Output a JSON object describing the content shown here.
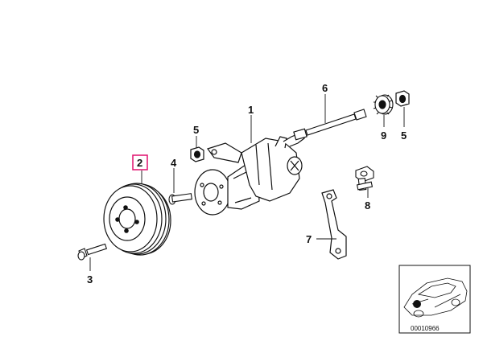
{
  "diagram": {
    "callouts": [
      {
        "id": "1",
        "label": "1"
      },
      {
        "id": "2",
        "label": "2",
        "highlighted": true
      },
      {
        "id": "3",
        "label": "3"
      },
      {
        "id": "4",
        "label": "4"
      },
      {
        "id": "5a",
        "label": "5"
      },
      {
        "id": "5b",
        "label": "5"
      },
      {
        "id": "6",
        "label": "6"
      },
      {
        "id": "7",
        "label": "7"
      },
      {
        "id": "8",
        "label": "8"
      },
      {
        "id": "9",
        "label": "9"
      }
    ],
    "reference_number": "00010966",
    "highlight_color": "#e0106e"
  }
}
